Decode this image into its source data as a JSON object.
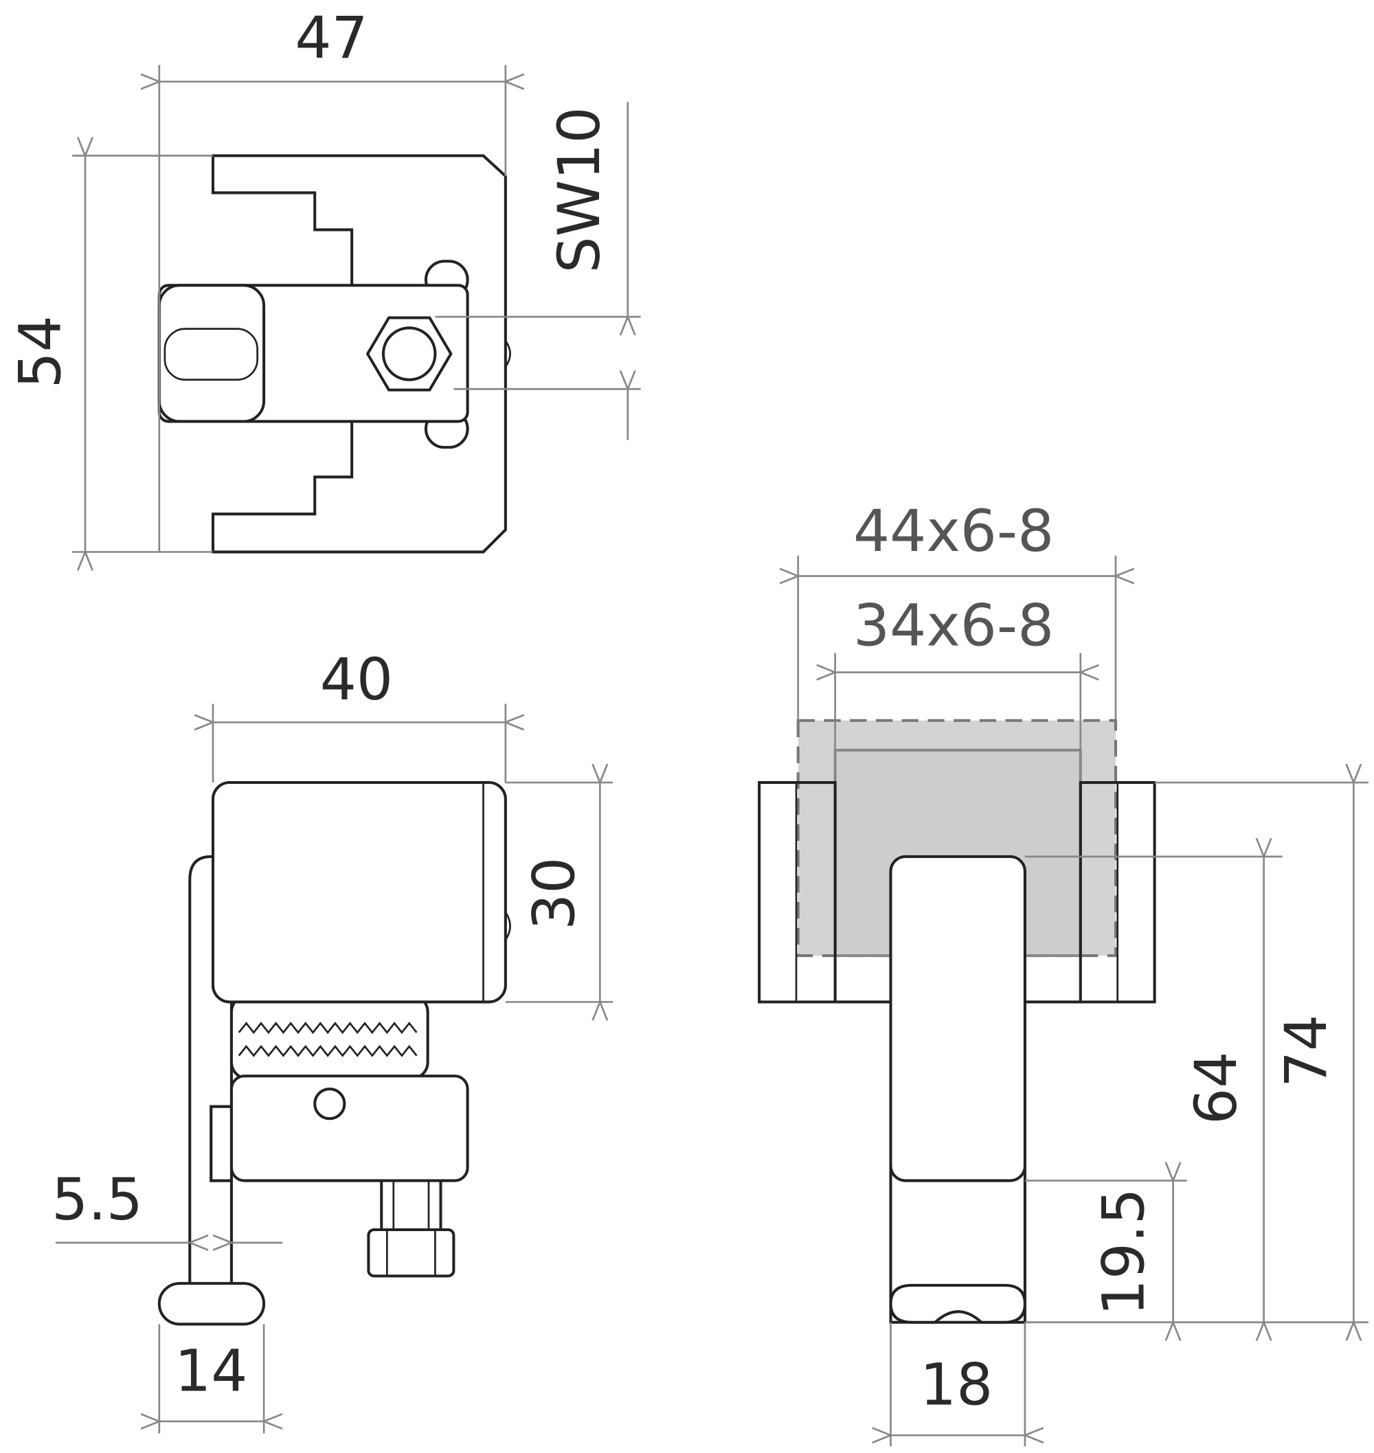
{
  "drawing": {
    "top_view": {
      "width_label": "47",
      "height_label": "54",
      "wrench_size_label": "SW10"
    },
    "front_view": {
      "width_label": "40",
      "height_label": "30",
      "slot_label": "5.5",
      "foot_label": "14"
    },
    "side_view": {
      "outer_conductor_label": "44x6-8",
      "inner_conductor_label": "34x6-8",
      "total_height_label": "74",
      "hook_height_label": "64",
      "foot_height_label": "19.5",
      "hook_width_label": "18"
    },
    "colors": {
      "line": "#222222",
      "dimension": "#888888",
      "conductor_fill": "#d3d3d3"
    }
  }
}
